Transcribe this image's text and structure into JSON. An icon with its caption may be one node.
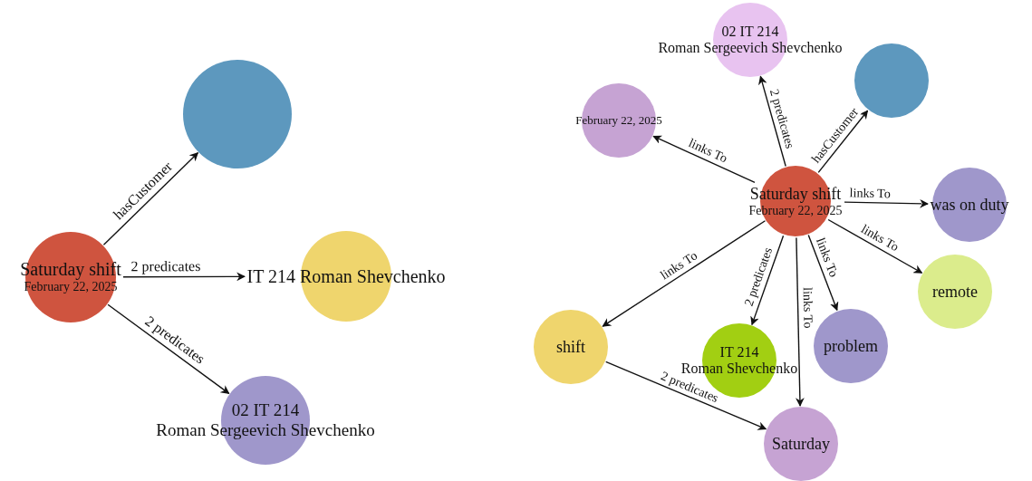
{
  "diagram": {
    "nodes": [
      {
        "text": [
          "Saturday shift",
          "February 22, 2025"
        ]
      },
      {
        "text": [],
        "shape": "circle"
      },
      {
        "text": [
          "IT 214 Roman Shevchenko"
        ]
      },
      {
        "text": [
          "02 IT 214",
          "Roman Sergeevich Shevchenko"
        ]
      },
      {
        "text": [
          "Saturday shift",
          "February 22, 2025"
        ]
      },
      {
        "text": [
          "02 IT 214",
          "Roman Sergeevich Shevchenko"
        ]
      },
      {
        "text": [],
        "shape": "circle"
      },
      {
        "text": [
          "February 22, 2025"
        ]
      },
      {
        "text": [
          "was on duty"
        ]
      },
      {
        "text": [
          "remote"
        ]
      },
      {
        "text": [
          "shift"
        ]
      },
      {
        "text": [
          "IT 214",
          "Roman Shevchenko"
        ]
      },
      {
        "text": [
          "problem"
        ]
      },
      {
        "text": [
          "Saturday"
        ]
      }
    ],
    "edges": [
      {
        "from": 0,
        "to": 1,
        "arrow": "to",
        "label": "hasCustomer"
      },
      {
        "from": 0,
        "to": 2,
        "arrow": "to",
        "label": "2 predicates"
      },
      {
        "from": 0,
        "to": 3,
        "arrow": "to",
        "label": "2 predicates"
      },
      {
        "from": 4,
        "to": 5,
        "arrow": "to",
        "label": "2 predicates"
      },
      {
        "from": 4,
        "to": 6,
        "arrow": "to",
        "label": "hasCustomer"
      },
      {
        "from": 4,
        "to": 7,
        "arrow": "to",
        "label": "links To"
      },
      {
        "from": 4,
        "to": 8,
        "arrow": "to",
        "label": "links To"
      },
      {
        "from": 4,
        "to": 9,
        "arrow": "to",
        "label": "links To"
      },
      {
        "from": 4,
        "to": 10,
        "arrow": "to",
        "label": "links To"
      },
      {
        "from": 4,
        "to": 11,
        "arrow": "to",
        "label": "2 predicates"
      },
      {
        "from": 4,
        "to": 12,
        "arrow": "to",
        "label": "links To"
      },
      {
        "from": 4,
        "to": 13,
        "arrow": "to",
        "label": "links To"
      },
      {
        "from": 10,
        "to": 13,
        "arrow": "to",
        "label": "2 predicates"
      }
    ]
  }
}
